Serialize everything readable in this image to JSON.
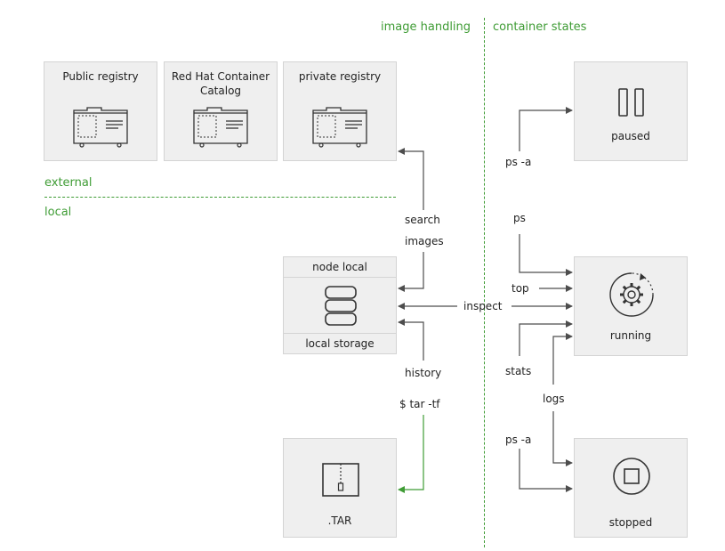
{
  "sections": {
    "image_handling": "image handling",
    "container_states": "container states",
    "external": "external",
    "local": "local"
  },
  "registries": [
    {
      "label": "Public registry"
    },
    {
      "label": "Red Hat Container Catalog"
    },
    {
      "label": "private registry"
    }
  ],
  "storage": {
    "top_label": "node local",
    "bottom_label": "local storage"
  },
  "tar": {
    "label": ".TAR"
  },
  "states": {
    "paused": "paused",
    "running": "running",
    "stopped": "stopped"
  },
  "commands": {
    "search": "search",
    "images": "images",
    "inspect": "inspect",
    "history": "history",
    "tar_tf": "$ tar -tf",
    "ps_a_paused": "ps -a",
    "ps": "ps",
    "top": "top",
    "stats": "stats",
    "logs": "logs",
    "ps_a_stopped": "ps -a"
  },
  "colors": {
    "accent_green": "#3f9c35",
    "line_gray": "#4d4d4d",
    "box_fill": "#efefef"
  }
}
